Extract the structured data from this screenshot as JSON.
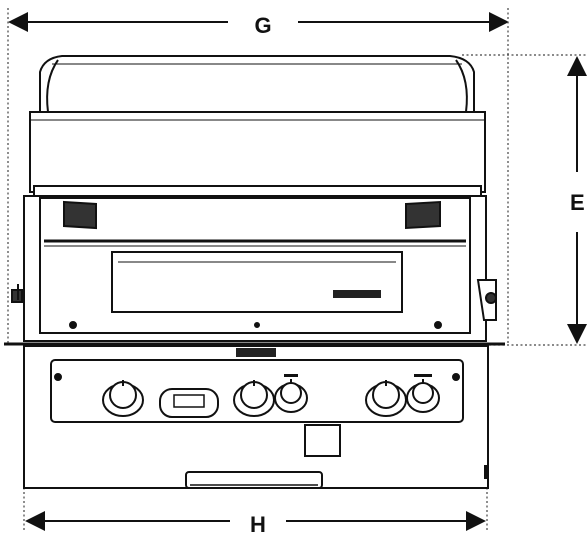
{
  "dimensions": {
    "width_top": {
      "label": "G"
    },
    "height_right": {
      "label": "E"
    },
    "width_bottom": {
      "label": "H"
    }
  },
  "colors": {
    "line": "#111111",
    "fill": "#ffffff"
  },
  "components": {
    "lid": "hood",
    "firebox": "grill-body",
    "control_panel": "control-panel",
    "knobs": [
      "burner-knob-1",
      "burner-knob-2",
      "rotisserie-knob",
      "burner-knob-3",
      "side-knob"
    ],
    "display": "digital-display",
    "drawer_handle": "grease-tray-handle"
  }
}
